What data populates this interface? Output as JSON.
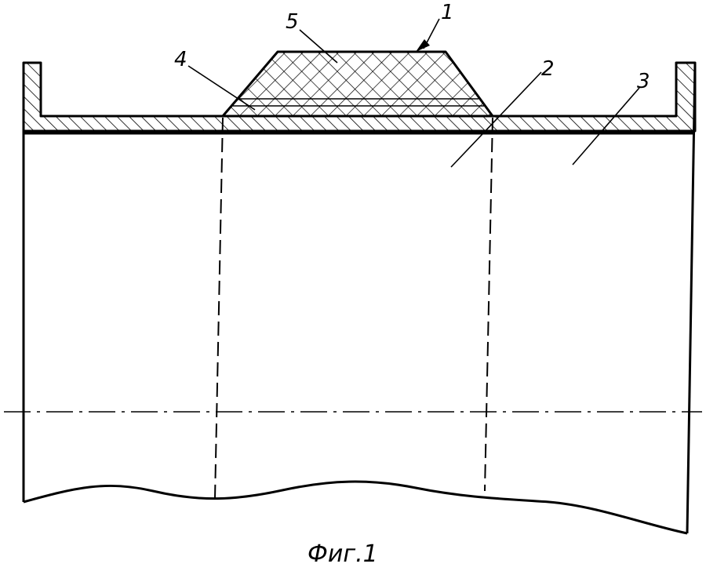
{
  "labels": {
    "l1": "1",
    "l2": "2",
    "l3": "3",
    "l4": "4",
    "l5": "5"
  },
  "caption": "Фиг.1"
}
